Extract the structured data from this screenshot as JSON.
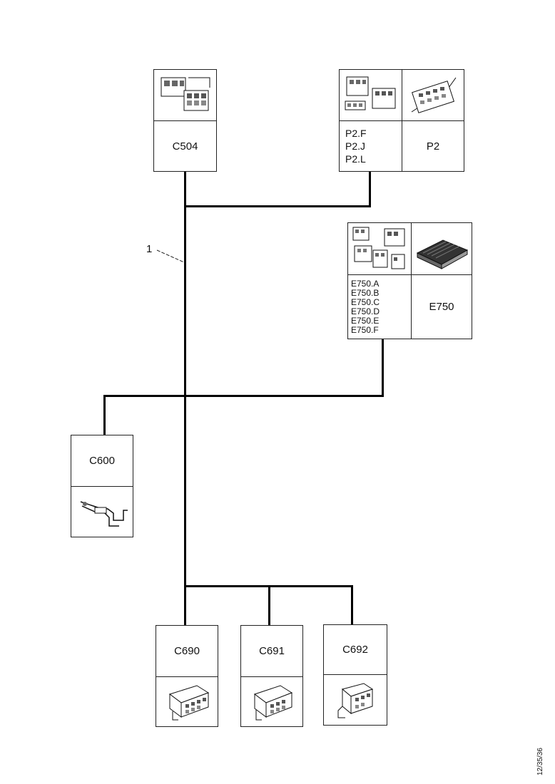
{
  "diagram": {
    "callout_number": "1",
    "reference_id": "12/35/36",
    "connectors": {
      "c504": {
        "labels": [
          "C504"
        ],
        "icon": "connector-pair-icon"
      },
      "p2": {
        "labels": [
          "P2.F",
          "P2.J",
          "P2.L"
        ],
        "module_label": "P2",
        "icon": "connector-group-icon",
        "module_icon": "module-board-icon"
      },
      "e750": {
        "labels": [
          "E750.A",
          "E750.B",
          "E750.C",
          "E750.D",
          "E750.E",
          "E750.F"
        ],
        "module_label": "E750",
        "icon": "connector-group-icon",
        "module_icon": "ecu-box-icon"
      },
      "c600": {
        "labels": [
          "C600"
        ],
        "icon": "terminal-icon"
      },
      "c690": {
        "labels": [
          "C690"
        ],
        "icon": "connector-icon"
      },
      "c691": {
        "labels": [
          "C691"
        ],
        "icon": "connector-icon"
      },
      "c692": {
        "labels": [
          "C692"
        ],
        "icon": "connector-icon"
      }
    }
  }
}
